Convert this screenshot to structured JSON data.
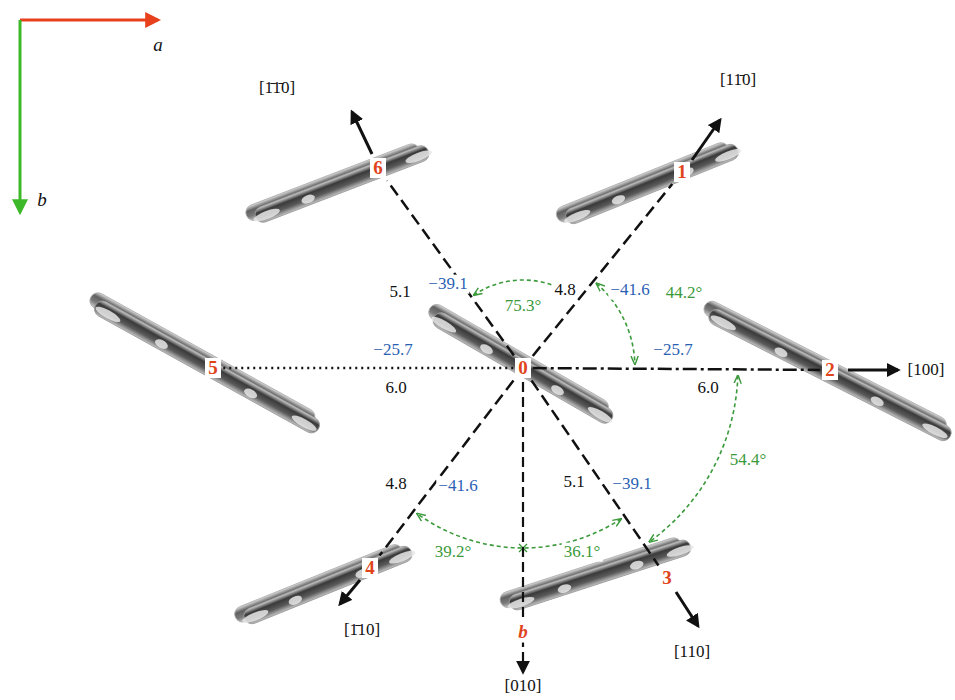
{
  "diagram": {
    "nodes": [
      {
        "text": [
          "0"
        ]
      },
      {
        "text": [
          "1"
        ]
      },
      {
        "text": [
          "2"
        ]
      },
      {
        "text": [
          "3"
        ]
      },
      {
        "text": [
          "4"
        ]
      },
      {
        "text": [
          "5"
        ]
      },
      {
        "text": [
          "6"
        ]
      }
    ],
    "edges": [
      {
        "from": 0,
        "to": 1,
        "arrow": "none"
      },
      {
        "from": 0,
        "to": 2,
        "arrow": "none"
      },
      {
        "from": 0,
        "to": 3,
        "arrow": "none"
      },
      {
        "from": 0,
        "to": 4,
        "arrow": "none"
      },
      {
        "from": 0,
        "to": 5,
        "arrow": "none"
      },
      {
        "from": 0,
        "to": 6,
        "arrow": "none"
      }
    ],
    "labels": [
      "a",
      "b",
      "[1̄1̄0]",
      "[11̄0]",
      "5.1",
      "−39.1",
      "4.8",
      "−41.6",
      "75.3°",
      "44.2°",
      "−25.7",
      "−25.7",
      "6.0",
      "6.0",
      "[100]",
      "4.8",
      "−41.6",
      "5.1",
      "−39.1",
      "54.4°",
      "39.2°",
      "36.1°",
      "[1̄10]",
      "[110]",
      "b",
      "[010]"
    ]
  }
}
